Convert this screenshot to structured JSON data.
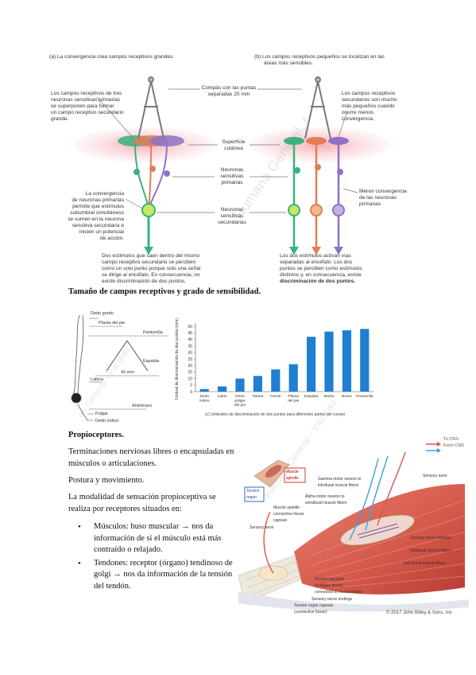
{
  "figure1": {
    "caption_a": "(a) La convergencia crea campos receptivos grandes.",
    "caption_b_1": "(b) Los campos receptivos pequeños se localizan en las",
    "caption_b_2": "áreas más sensibles.",
    "compass_1": "Compás con las puntas",
    "compass_2": "separadas 20 mm",
    "left_note": [
      "Los campos receptivos de tres",
      "neuronas sensitivas primarias",
      "se superponen para formar",
      "un campo receptivo secundario",
      "grande."
    ],
    "right_note": [
      "Los campos receptivos",
      "secundarios son mucho",
      "más pequeños cuando",
      "ocurre menos",
      "convergencia."
    ],
    "surface": [
      "Superficie",
      "cutánea"
    ],
    "primary": [
      "Neuronas",
      "sensitivas",
      "primarias"
    ],
    "secondary": [
      "Neuronas",
      "sensitivas",
      "secundarias"
    ],
    "convergence_note": [
      "La convergencia",
      "de neuronas primarias",
      "permite que estímulos",
      "subumbral simultáneos",
      "se sumen en la neurona",
      "sensitiva secundaria e",
      "inicien un potencial",
      "de acción."
    ],
    "less_convergence": [
      "Menor convergencia",
      "de las neuronas",
      "primarias"
    ],
    "bottom_left": [
      "Dos estímulos que caen dentro del mismo",
      "campo receptivo secundario se perciben",
      "como un solo punto porque solo una señal",
      "se dirige al encéfalo. En consecuencia, no",
      "existe discriminación de dos puntos."
    ],
    "bottom_right": [
      "Los dos estímulos activan vías",
      "separadas al encéfalo. Los dos",
      "puntos se perciben como estímulos",
      "distintos y, en consecuencia, existe"
    ],
    "bottom_right_bold": "discriminación de dos puntos."
  },
  "section1_title": "Tamaño de campos receptivos y grado de sensibilidad.",
  "body_chart_labels": {
    "dedo_gordo": "Dedo gordo",
    "planta": "Planta del pie",
    "pantorrilla": "Pantorrilla",
    "espalda": "Espalda",
    "distance": "42 mm",
    "labios": "Labios",
    "antebrazo": "Antebrazo",
    "pulgar": "Pulgar",
    "dedo_indice": "Dedo índice"
  },
  "chart_data": {
    "type": "bar",
    "categories": [
      "Dedo índice",
      "Labio",
      "Dedo pulgar del pie",
      "Palma",
      "Frente",
      "Planta del pie",
      "Espalda",
      "Muslo",
      "Brazo",
      "Pantorrilla"
    ],
    "category_lines": [
      [
        "Dedo",
        "índice"
      ],
      [
        "Labio"
      ],
      [
        "Dedo",
        "pulgar",
        "del pie"
      ],
      [
        "Palma"
      ],
      [
        "Frente"
      ],
      [
        "Planta",
        "del pie"
      ],
      [
        "Espalda"
      ],
      [
        "Muslo"
      ],
      [
        "Brazo"
      ],
      [
        "Pantorrilla"
      ]
    ],
    "values": [
      2,
      4,
      10,
      12,
      17,
      21,
      42,
      46,
      47,
      48
    ],
    "ylim": [
      0,
      50
    ],
    "yticks": [
      0,
      5,
      10,
      15,
      20,
      25,
      30,
      35,
      40,
      45,
      50
    ],
    "ylabel": "Umbral de discriminación de dos puntos (mm)",
    "caption": "(c) Umbrales de discriminación de dos puntos para diferentes partes del cuerpo",
    "bar_color": "#1f7fd0"
  },
  "section2_title": "Propioceptores.",
  "paragraphs": [
    "Terminaciones nerviosas libres o encapsuladas en músculos o articulaciones.",
    "Postura y movimiento.",
    "La modalidad de sensación propioceptiva se realiza por receptores situados en:"
  ],
  "bullets": [
    "Músculos: huso muscular → nos da información de si el músculo está más contraído o relajado.",
    "Tendones: receptor (órgano) tendinoso de golgi → nos da información de la tensión del tendón."
  ],
  "muscle_fig": {
    "legend_to_cns": "To CNS",
    "legend_from_cns": "From CNS",
    "muscle_spindle": [
      "Muscle",
      "spindle"
    ],
    "tendon_organ": [
      "Tendon",
      "organ"
    ],
    "gamma": [
      "Gamma motor neuron to",
      "intrafusal muscle fibers"
    ],
    "alpha": [
      "Alpha motor neuron to",
      "extrafusal muscle fibers"
    ],
    "spindle_capsule": [
      "Muscle spindle",
      "connective tissue",
      "capsule"
    ],
    "sensory_axon_top": "Sensory axon",
    "sensory_axon_left": "Sensory axon",
    "sensory_endings": "Sensory nerve endings",
    "intrafusal": "Intrafusal muscle fibers",
    "extrafusal": "Extrafusal muscle fibers",
    "fascicles": [
      "Tendon fascicles",
      "(collagen fibers)",
      "connected to muscle fibers"
    ],
    "golgi_endings": "Sensory nerve endings",
    "golgi_capsule": [
      "Tendon organ capsule",
      "(connective tissue)"
    ],
    "copyright": "© 2017 John Wiley & Sons, Inc"
  },
  "watermarks": [
    "Humana General, r",
    "Humana General - Vázquez",
    "an General - Vázquez"
  ]
}
